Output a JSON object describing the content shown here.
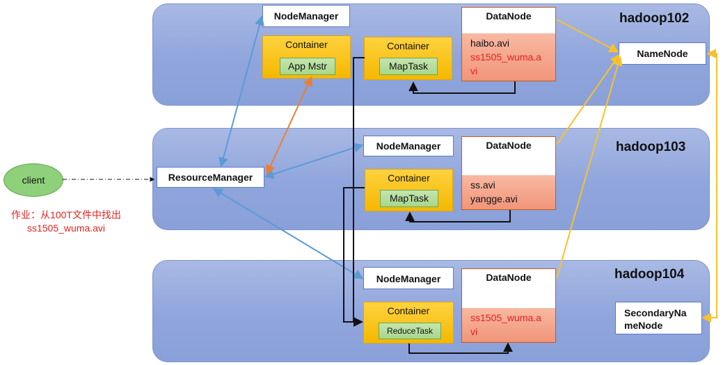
{
  "nodes": [
    {
      "host": "hadoop102",
      "node_manager": "NodeManager",
      "datanode": "DataNode",
      "containers": [
        {
          "label": "Container",
          "task": "App Mstr"
        },
        {
          "label": "Container",
          "task": "MapTask"
        }
      ],
      "files": [
        "haibo.avi",
        "ss1505_wuma.a",
        "vi"
      ]
    },
    {
      "host": "hadoop103",
      "node_manager": "NodeManager",
      "datanode": "DataNode",
      "containers": [
        {
          "label": "Container",
          "task": "MapTask"
        }
      ],
      "files": [
        "ss.avi",
        "yangge.avi"
      ]
    },
    {
      "host": "hadoop104",
      "node_manager": "NodeManager",
      "datanode": "DataNode",
      "containers": [
        {
          "label": "Container",
          "task": "ReduceTask"
        }
      ],
      "files": [
        "ss1505_wuma.a",
        "vi"
      ]
    }
  ],
  "resource_manager": "ResourceManager",
  "namenode": "NameNode",
  "secondary_namenode": [
    "SecondaryNa",
    "meNode"
  ],
  "client": "client",
  "homework": [
    "作业：从100T文件中找出",
    "ss1505_wuma.avi"
  ],
  "colors": {
    "panel": "#9aaedf",
    "container": "#fbc319",
    "task": "#a9d18e",
    "datanode_files": "#f4a283",
    "red_text": "#e32222",
    "arrow_blue": "#5b9bd5",
    "arrow_orange": "#ed7d31",
    "arrow_yellow": "#f8c12c"
  }
}
